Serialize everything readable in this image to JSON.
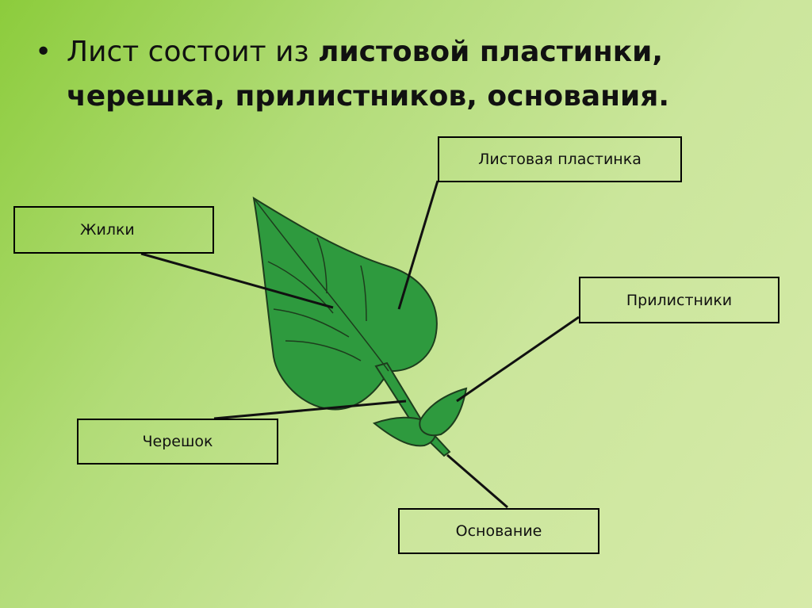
{
  "title": {
    "bullet": "•",
    "normal": "Лист состоит из ",
    "bold": "листовой пластинки, черешка, прилистников, основания."
  },
  "labels": {
    "blade": "Листовая пластинка",
    "veins": "Жилки",
    "stipules": "Прилистники",
    "petiole": "Черешок",
    "base": "Основание"
  },
  "colors": {
    "leaf_fill": "#2e9a3e",
    "leaf_stroke": "#1d3d1d",
    "line": "#111111"
  }
}
